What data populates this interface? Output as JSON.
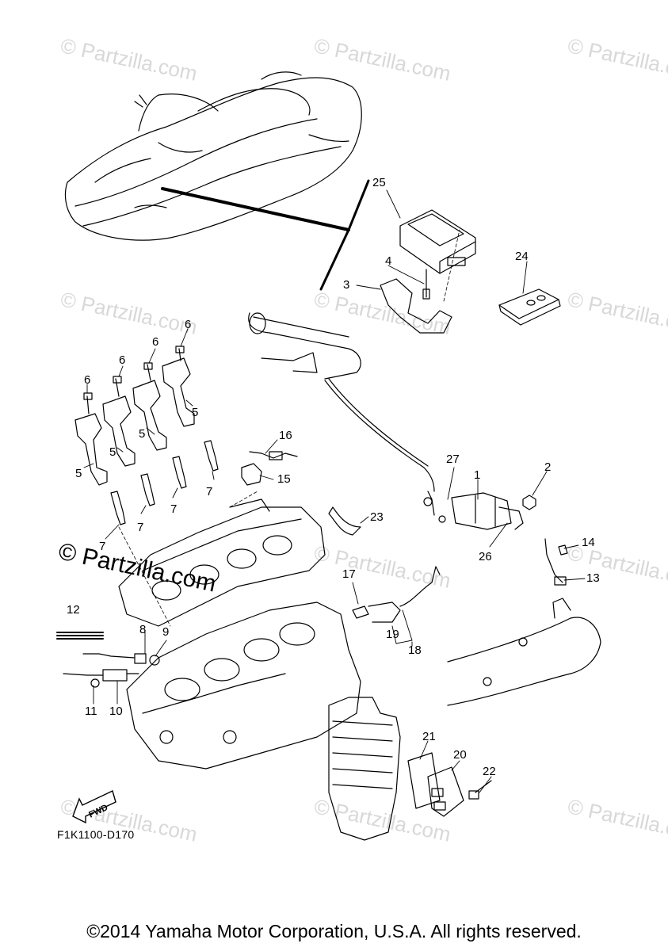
{
  "watermark": "© Partzilla.com",
  "watermark_bold": "© Partzilla.com",
  "fwd_label": "FWD",
  "diagram_code": "F1K1100-D170",
  "copyright": "©2014 Yamaha Motor Corporation, U.S.A. All rights reserved.",
  "callouts": {
    "c1": "1",
    "c2": "2",
    "c3": "3",
    "c4": "4",
    "c5": "5",
    "c6": "6",
    "c7": "7",
    "c8": "8",
    "c9": "9",
    "c10": "10",
    "c11": "11",
    "c12": "12",
    "c13": "13",
    "c14": "14",
    "c15": "15",
    "c16": "16",
    "c17": "17",
    "c18": "18",
    "c19": "19",
    "c20": "20",
    "c21": "21",
    "c22": "22",
    "c23": "23",
    "c24": "24",
    "c25": "25",
    "c26": "26",
    "c27": "27"
  }
}
